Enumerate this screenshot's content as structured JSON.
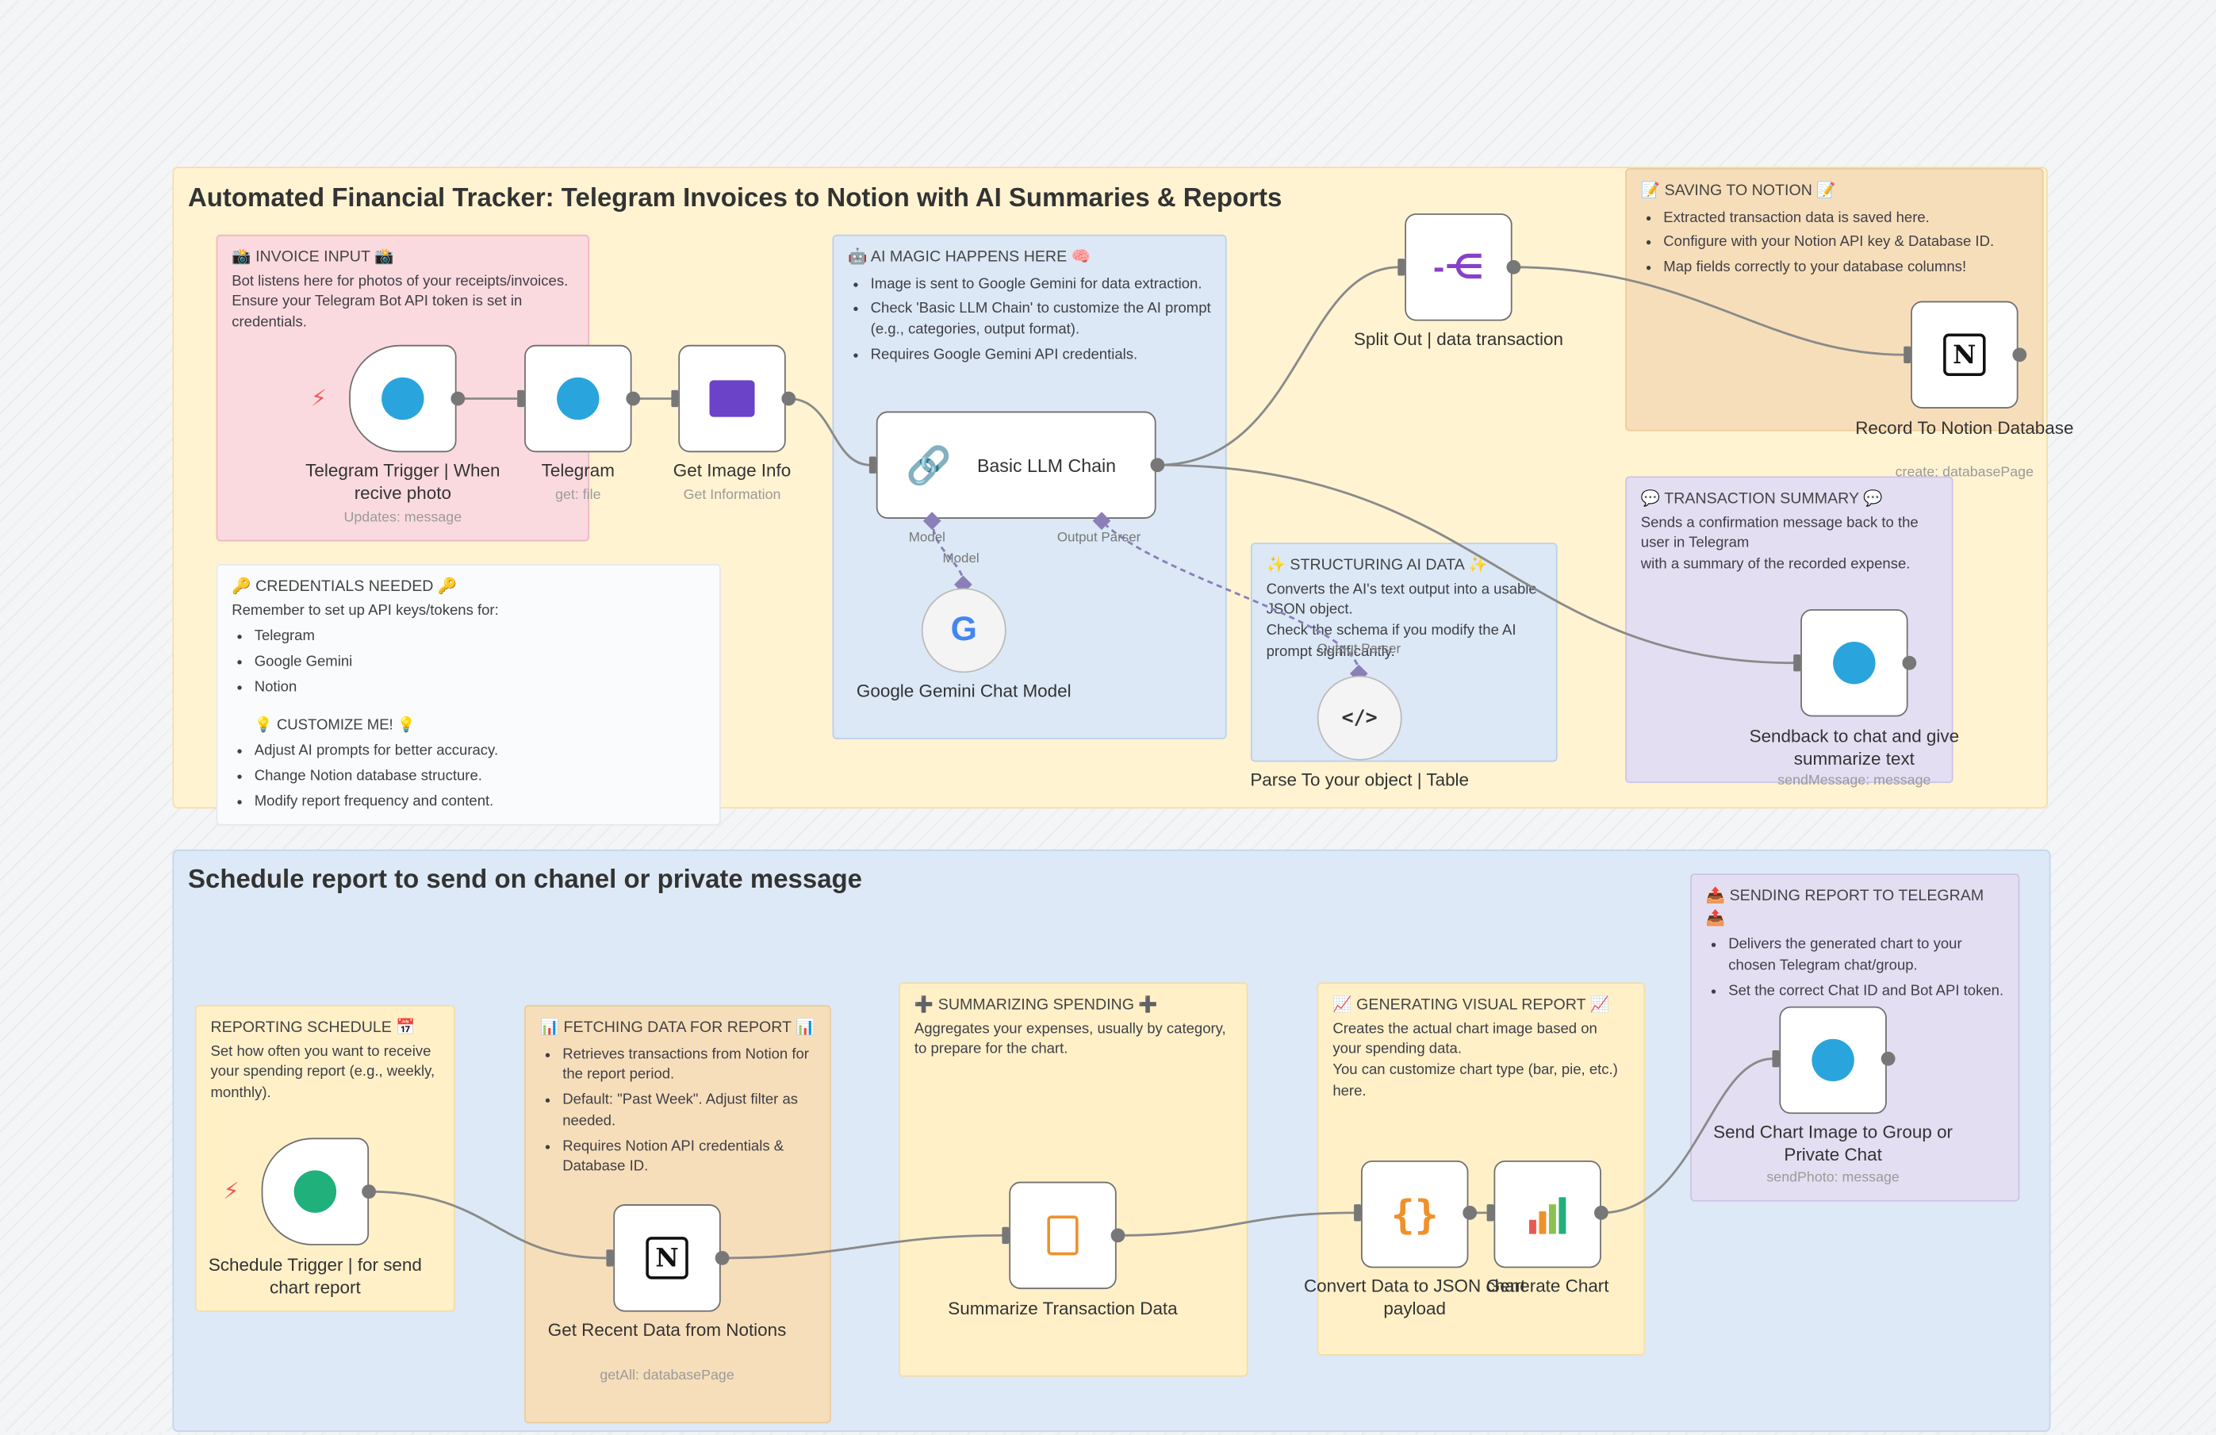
{
  "section1": {
    "title": "Automated Financial Tracker: Telegram Invoices to Notion with AI Summaries & Reports"
  },
  "section2": {
    "title": "Schedule report to send on chanel or private message"
  },
  "notes": {
    "invoice_input": {
      "title": "📸 INVOICE INPUT 📸",
      "lines": [
        "Bot listens here for photos of your receipts/invoices.",
        "Ensure your Telegram Bot API token is set in credentials."
      ]
    },
    "ai_magic": {
      "title": "🤖 AI MAGIC HAPPENS HERE 🧠",
      "bullets": [
        "Image is sent to Google Gemini for data extraction.",
        "Check 'Basic LLM Chain' to customize the AI prompt (e.g., categories, output format).",
        "Requires Google Gemini API credentials."
      ]
    },
    "saving_notion": {
      "title": "📝 SAVING TO NOTION 📝",
      "bullets": [
        "Extracted transaction data is saved here.",
        "Configure with your Notion API key & Database ID.",
        "Map fields correctly to your database columns!"
      ]
    },
    "credentials": {
      "title": "🔑 CREDENTIALS NEEDED 🔑",
      "intro": "Remember to set up API keys/tokens for:",
      "bullets": [
        "Telegram",
        "Google Gemini",
        "Notion"
      ],
      "customize_title": "💡 CUSTOMIZE ME! 💡",
      "customize_bullets": [
        "Adjust AI prompts for better accuracy.",
        "Change Notion database structure.",
        "Modify report frequency and content."
      ]
    },
    "structuring": {
      "title": "✨ STRUCTURING AI DATA ✨",
      "lines": [
        "Converts the AI's text output into a usable JSON object.",
        "Check the schema if you modify the AI prompt significantly."
      ]
    },
    "transaction_summary": {
      "title": "💬 TRANSACTION SUMMARY 💬",
      "lines": [
        "Sends a confirmation message back to the user in Telegram",
        "with a summary of the recorded expense."
      ]
    },
    "reporting_schedule": {
      "title": "REPORTING SCHEDULE 📅",
      "lines": [
        "Set how often you want to receive your spending report (e.g., weekly, monthly)."
      ]
    },
    "fetching": {
      "title": "📊 FETCHING DATA FOR REPORT 📊",
      "bullets": [
        "Retrieves transactions from Notion for the report period.",
        "Default: \"Past Week\". Adjust filter as needed.",
        "Requires Notion API credentials & Database ID."
      ]
    },
    "summarizing": {
      "title": "➕ SUMMARIZING SPENDING ➕",
      "lines": [
        "Aggregates your expenses, usually by category,",
        "to prepare for the chart."
      ]
    },
    "generating": {
      "title": "📈 GENERATING VISUAL REPORT 📈",
      "lines": [
        "Creates the actual chart image based on your spending data.",
        "You can customize chart type (bar, pie, etc.) here."
      ]
    },
    "sending_report": {
      "title": "📤 SENDING REPORT TO TELEGRAM 📤",
      "bullets": [
        "Delivers the generated chart to your chosen Telegram chat/group.",
        "Set the correct Chat ID and Bot API token."
      ]
    }
  },
  "nodes": {
    "telegram_trigger": {
      "label": "Telegram Trigger | When recive photo",
      "sub": "Updates: message",
      "icon": "telegram-icon"
    },
    "telegram": {
      "label": "Telegram",
      "sub": "get: file",
      "icon": "telegram-icon"
    },
    "get_image_info": {
      "label": "Get Image Info",
      "sub": "Get Information",
      "icon": "image-icon"
    },
    "basic_llm_chain": {
      "label": "Basic LLM Chain",
      "icon": "link-chain-icon",
      "port_model": "Model",
      "port_output_parser": "Output Parser"
    },
    "gemini_model": {
      "label": "Google Gemini Chat Model",
      "port": "Model",
      "icon": "google-icon"
    },
    "split_out": {
      "label": "Split Out | data transaction",
      "icon": "split-icon"
    },
    "record_notion": {
      "label": "Record To Notion Database",
      "sub": "create: databasePage",
      "icon": "notion-icon"
    },
    "parse_object": {
      "label": "Parse To your object | Table",
      "port": "Output Parser",
      "icon": "code-icon"
    },
    "sendback": {
      "label": "Sendback to chat and give summarize text",
      "sub": "sendMessage: message",
      "icon": "telegram-icon"
    },
    "schedule_trigger": {
      "label": "Schedule Trigger | for send chart report",
      "icon": "clock-icon"
    },
    "get_recent": {
      "label": "Get Recent Data from Notions",
      "sub": "getAll: databasePage",
      "icon": "notion-icon"
    },
    "summarize": {
      "label": "Summarize Transaction Data",
      "icon": "clipboard-icon"
    },
    "convert_json": {
      "label": "Convert Data to JSON chart payload",
      "icon": "braces-icon"
    },
    "generate_chart": {
      "label": "Generate Chart",
      "icon": "bar-chart-icon"
    },
    "send_chart": {
      "label": "Send Chart Image to Group or Private Chat",
      "sub": "sendPhoto: message",
      "icon": "telegram-icon"
    }
  },
  "colors": {
    "section1_bg": "#fff3d2",
    "section2_bg": "#dde9f6",
    "telegram": "#2aa4dc",
    "schedule": "#20b07c",
    "accent_orange": "#f0902a"
  }
}
